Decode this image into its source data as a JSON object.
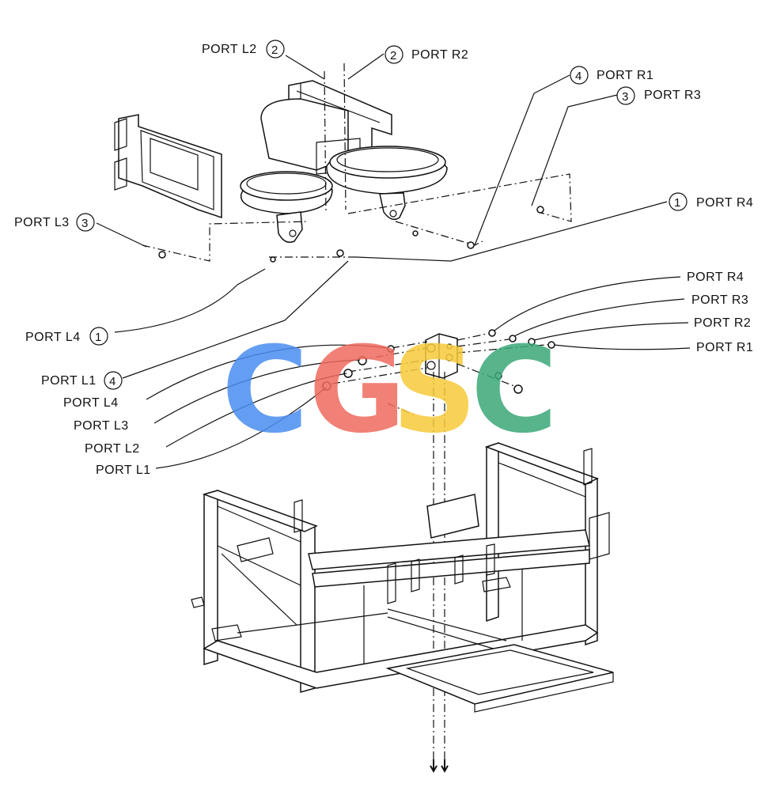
{
  "labels": {
    "top_l2": "PORT L2",
    "top_l2_num": "2",
    "top_r2": "PORT R2",
    "top_r2_num": "2",
    "top_r1": "PORT R1",
    "top_r1_num": "4",
    "top_r3": "PORT R3",
    "top_r3_num": "3",
    "top_r4": "PORT R4",
    "top_r4_num": "1",
    "top_l3": "PORT L3",
    "top_l3_num": "3",
    "top_l4": "PORT L4",
    "top_l4_num": "1",
    "top_l1": "PORT L1",
    "top_l1_num": "4",
    "side_r4": "PORT R4",
    "side_r3": "PORT R3",
    "side_r2": "PORT R2",
    "side_r1": "PORT R1",
    "side_l4": "PORT L4",
    "side_l3": "PORT L3",
    "side_l2": "PORT L2",
    "side_l1": "PORT L1"
  },
  "watermark": {
    "letters": [
      "C",
      "G",
      "S",
      "C"
    ],
    "colors": [
      "#4a8ef0",
      "#ef6a5f",
      "#f7c93a",
      "#3aa877"
    ]
  }
}
